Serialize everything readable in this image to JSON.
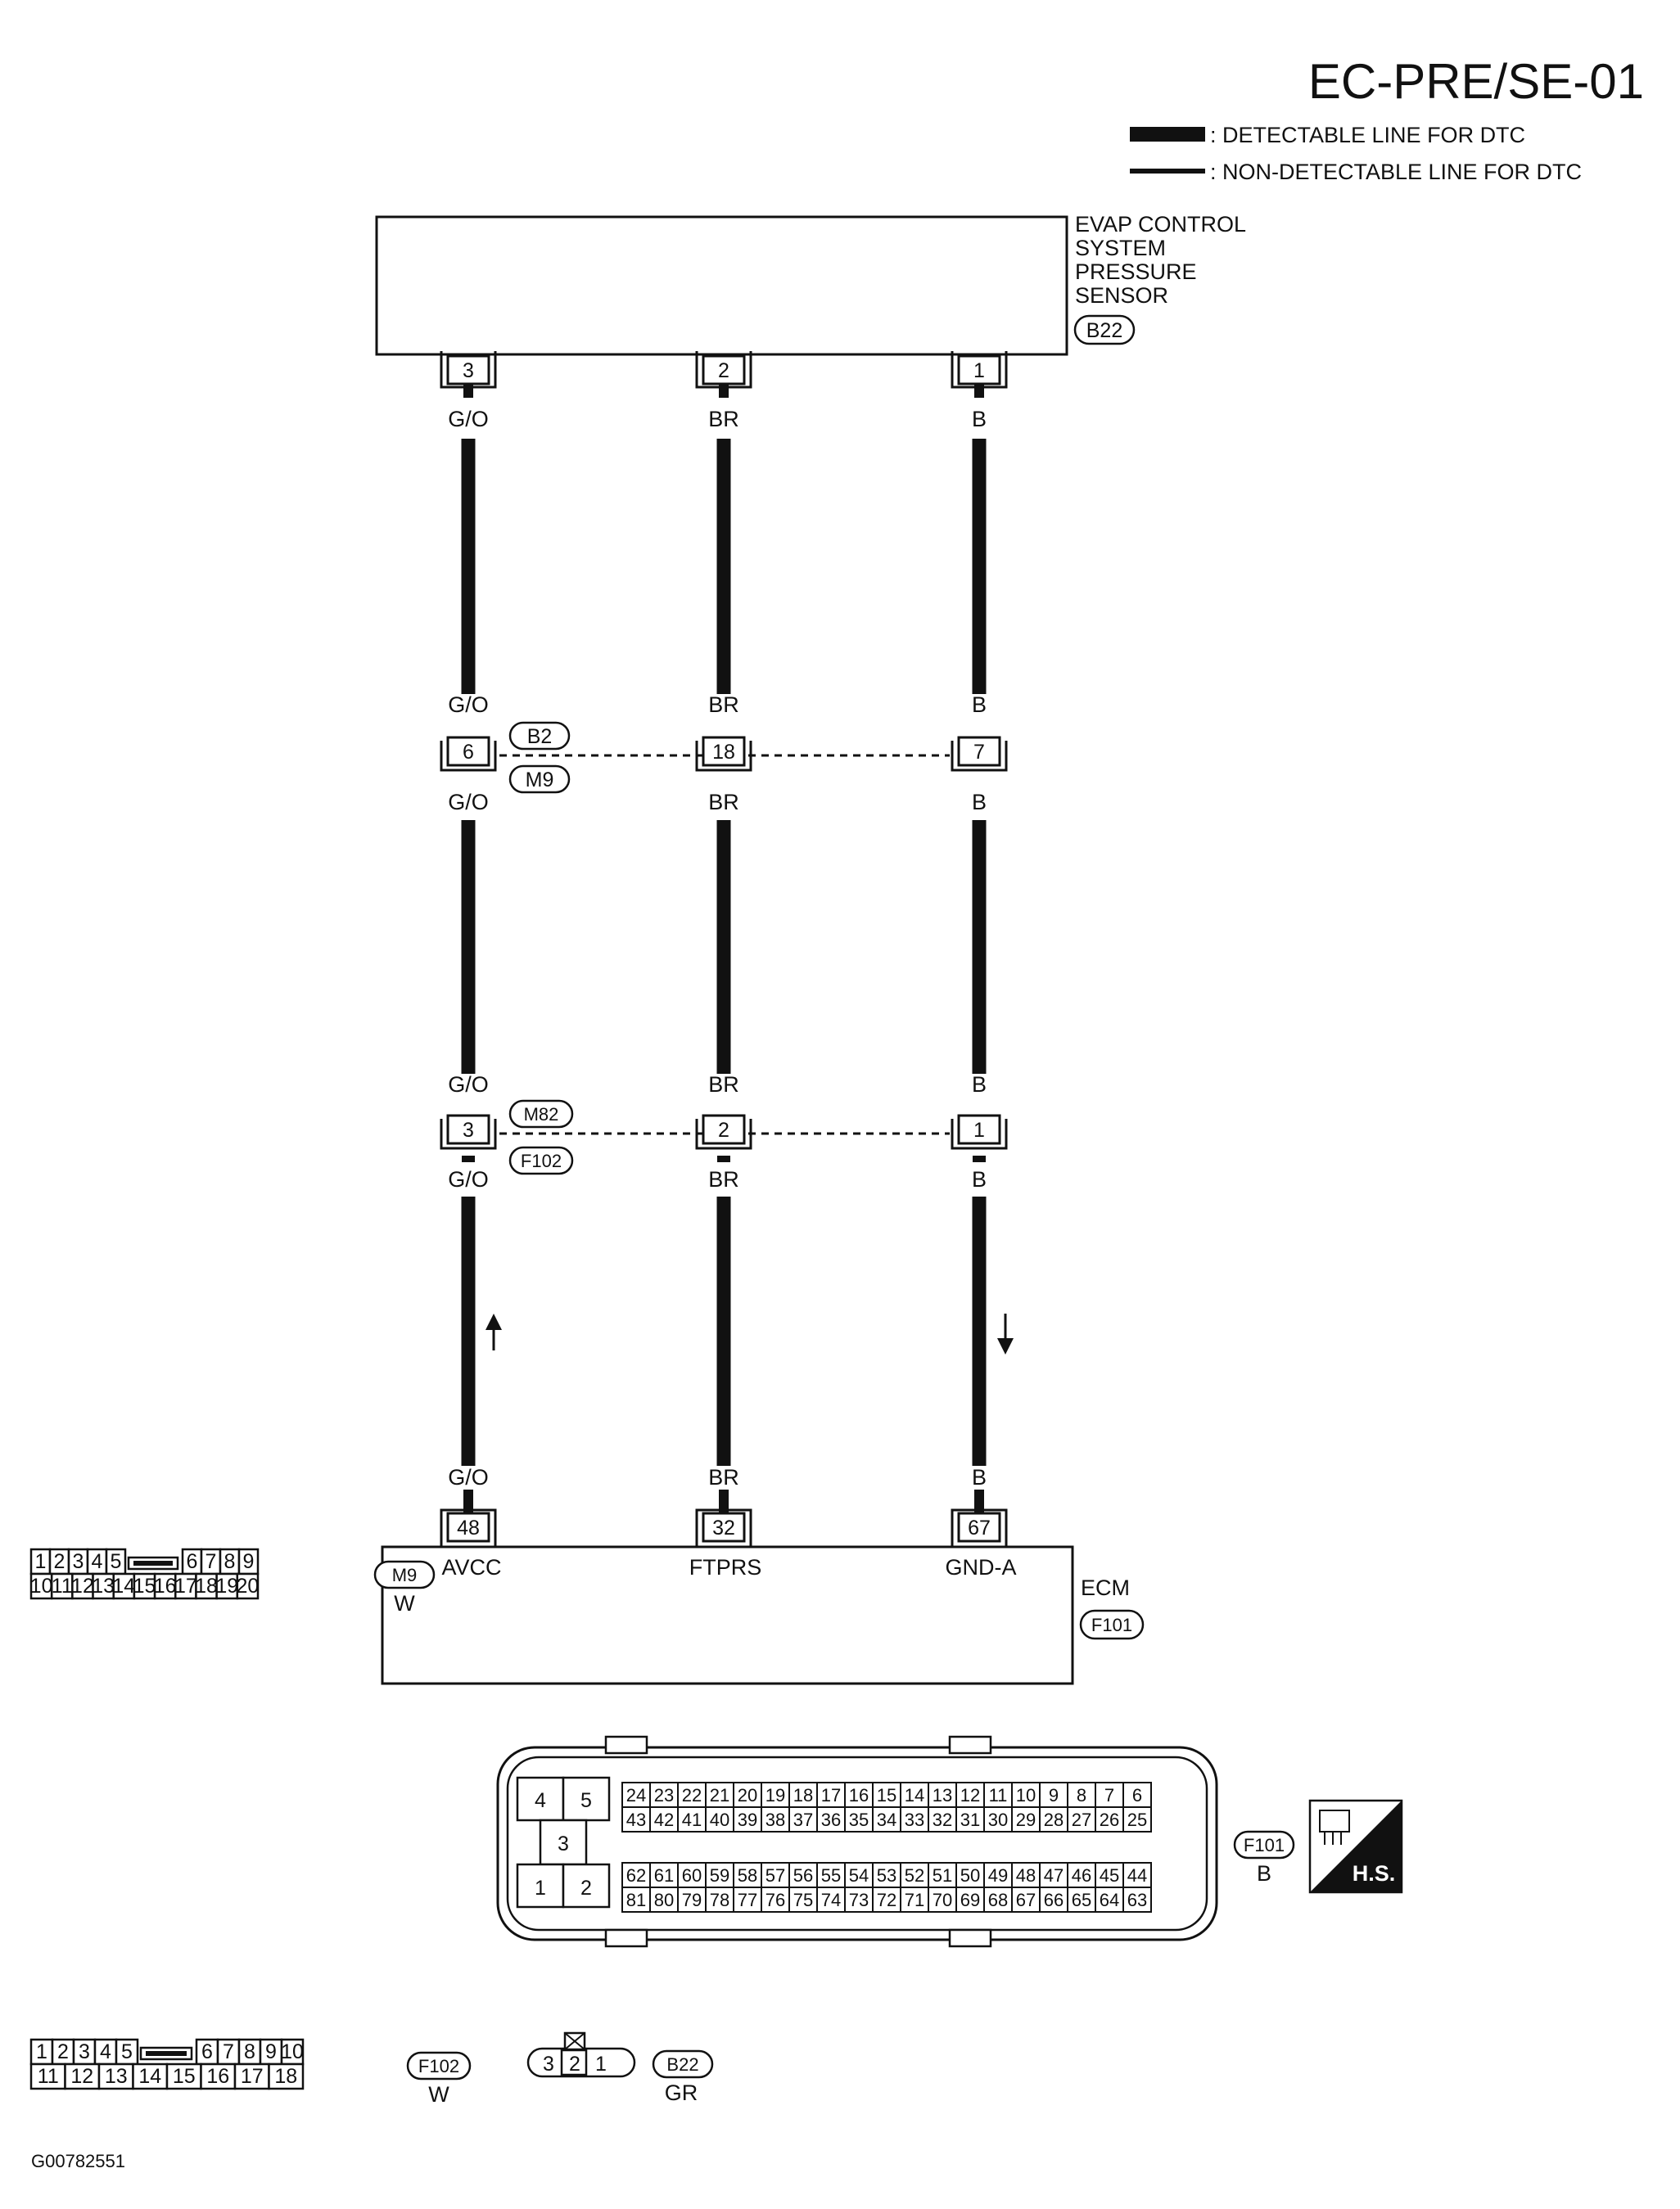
{
  "title": "EC-PRE/SE-01",
  "legend": {
    "detectable": ": DETECTABLE LINE FOR DTC",
    "non_detectable": ": NON-DETECTABLE LINE FOR DTC"
  },
  "sensor": {
    "name_lines": [
      "EVAP CONTROL",
      "SYSTEM",
      "PRESSURE",
      "SENSOR"
    ],
    "connector": "B22",
    "pins": [
      "3",
      "2",
      "1"
    ]
  },
  "wires": {
    "colors": [
      "G/O",
      "BR",
      "B"
    ]
  },
  "junction1": {
    "pins": [
      "6",
      "18",
      "7"
    ],
    "connector_top": "B2",
    "connector_bottom": "M9"
  },
  "junction2": {
    "pins": [
      "3",
      "2",
      "1"
    ],
    "connector_top": "M82",
    "connector_bottom": "F102"
  },
  "ecm": {
    "name": "ECM",
    "connector": "F101",
    "pins": [
      "48",
      "32",
      "67"
    ],
    "terminals": [
      "AVCC",
      "FTPRS",
      "GND-A"
    ]
  },
  "connector_views": {
    "m9": {
      "id": "M9",
      "color": "W",
      "row1_left": [
        "1",
        "2",
        "3",
        "4",
        "5"
      ],
      "row1_right": [
        "6",
        "7",
        "8",
        "9"
      ],
      "row2": [
        "10",
        "11",
        "12",
        "13",
        "14",
        "15",
        "16",
        "17",
        "18",
        "19",
        "20"
      ]
    },
    "f101": {
      "id": "F101",
      "color": "B",
      "left_block": [
        "4",
        "5",
        "3",
        "1",
        "2"
      ],
      "row1": [
        "24",
        "23",
        "22",
        "21",
        "20",
        "19",
        "18",
        "17",
        "16",
        "15",
        "14",
        "13",
        "12",
        "11",
        "10",
        "9",
        "8",
        "7",
        "6"
      ],
      "row2": [
        "43",
        "42",
        "41",
        "40",
        "39",
        "38",
        "37",
        "36",
        "35",
        "34",
        "33",
        "32",
        "31",
        "30",
        "29",
        "28",
        "27",
        "26",
        "25"
      ],
      "row3": [
        "62",
        "61",
        "60",
        "59",
        "58",
        "57",
        "56",
        "55",
        "54",
        "53",
        "52",
        "51",
        "50",
        "49",
        "48",
        "47",
        "46",
        "45",
        "44"
      ],
      "row4": [
        "81",
        "80",
        "79",
        "78",
        "77",
        "76",
        "75",
        "74",
        "73",
        "72",
        "71",
        "70",
        "69",
        "68",
        "67",
        "66",
        "65",
        "64",
        "63"
      ],
      "hs_label": "H.S."
    },
    "f102": {
      "id": "F102",
      "color": "W",
      "row1_left": [
        "1",
        "2",
        "3",
        "4",
        "5"
      ],
      "row1_right": [
        "6",
        "7",
        "8",
        "9",
        "10"
      ],
      "row2": [
        "11",
        "12",
        "13",
        "14",
        "15",
        "16",
        "17",
        "18"
      ]
    },
    "b22": {
      "id": "B22",
      "color": "GR",
      "pins": [
        "3",
        "2",
        "1"
      ]
    }
  },
  "footer_code": "G00782551"
}
